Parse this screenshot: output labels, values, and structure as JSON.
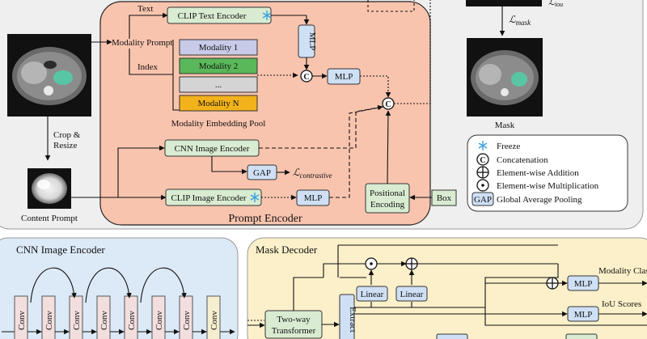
{
  "prompt_encoder": {
    "title": "Prompt Encoder",
    "text_label": "Text",
    "modality_prompt": "Modality Prompt",
    "index_label": "Index",
    "clip_text_encoder": "CLIP Text Encoder",
    "mlp_vertical": "MLP",
    "mlp_a": "MLP",
    "mlp_b": "MLP",
    "modalities": [
      "Modality 1",
      "Modality 2",
      "...",
      "Modality N"
    ],
    "pool_label": "Modality Embedding Pool",
    "cnn_image_encoder": "CNN Image Encoder",
    "gap": "GAP",
    "loss_contrastive": "ℒ",
    "loss_contrastive_sub": "contrastive",
    "clip_image_encoder": "CLIP Image Encoder",
    "positional_encoding": [
      "Positional",
      "Encoding"
    ]
  },
  "left": {
    "crop_resize": [
      "Crop &",
      "Resize"
    ],
    "content_prompt": "Content Prompt"
  },
  "right": {
    "loss_iou_sub": "iou",
    "loss_mask": "ℒ",
    "loss_mask_sub": "mask",
    "mask_label": "Mask",
    "box": "Box"
  },
  "legend": {
    "items": [
      {
        "icon": "snowflake-icon",
        "label": "Freeze"
      },
      {
        "icon": "concat-icon",
        "label": "Concatenation"
      },
      {
        "icon": "add-icon",
        "label": "Element-wise Addition"
      },
      {
        "icon": "multiply-icon",
        "label": "Element-wise Multiplication"
      },
      {
        "icon": "gap-box-icon",
        "label": "Global Average Pooling",
        "box_text": "GAP"
      }
    ]
  },
  "cnn_panel": {
    "title": "CNN Image Encoder",
    "conv_label": "Conv",
    "conv_count": 8
  },
  "mask_decoder": {
    "title": "Mask Decoder",
    "two_way": [
      "Two-way",
      "Transformer"
    ],
    "extract": "Extract",
    "linear_a": "Linear",
    "linear_b": "Linear",
    "mlp_modality": "MLP",
    "modality_class": "Modality Class",
    "mlp_iou": "MLP",
    "iou_scores": "IoU Scores"
  },
  "colors": {
    "prompt_encoder_bg": "#f9c4ae",
    "top_panel_bg": "#efefef",
    "cnn_panel_bg": "#dce9f7",
    "decoder_panel_bg": "#fbf0c9",
    "green_box": "#d9ecd2",
    "blue_box": "#cfe0f5",
    "modality_1": "#c7cbe8",
    "modality_2": "#5ab85a",
    "modality_3": "#d4d4d4",
    "modality_n": "#f2b21a",
    "snowflake": "#3aa0e0"
  }
}
